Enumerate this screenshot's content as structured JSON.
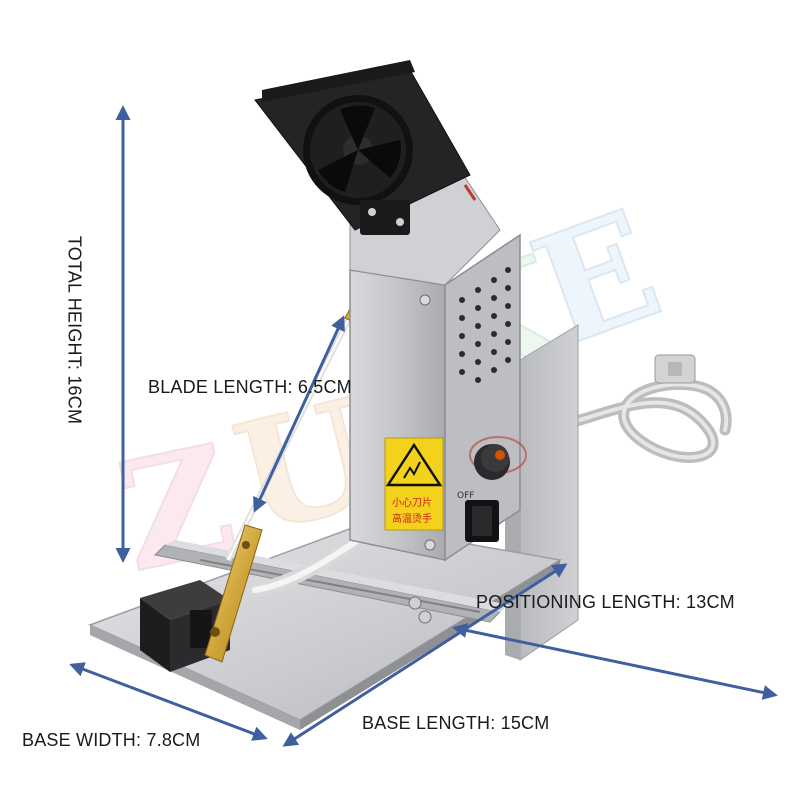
{
  "labels": {
    "total_height": "TOTAL HEIGHT: 16CM",
    "blade_length": "BLADE LENGTH: 6.5CM",
    "positioning_length": "POSITIONING LENGTH: 13CM",
    "base_length": "BASE LENGTH: 15CM",
    "base_width": "BASE WIDTH: 7.8CM"
  },
  "warning_sticker": {
    "line1": "小心刀片",
    "line2": "高温烫手"
  },
  "switch_label": "OFF",
  "watermark": "ZUOKE",
  "colors": {
    "arrow": "#3f5f9f",
    "sticker_yellow": "#f3d21b",
    "metal": "#c8c9cc",
    "base_plate": "#cfd1d4"
  }
}
